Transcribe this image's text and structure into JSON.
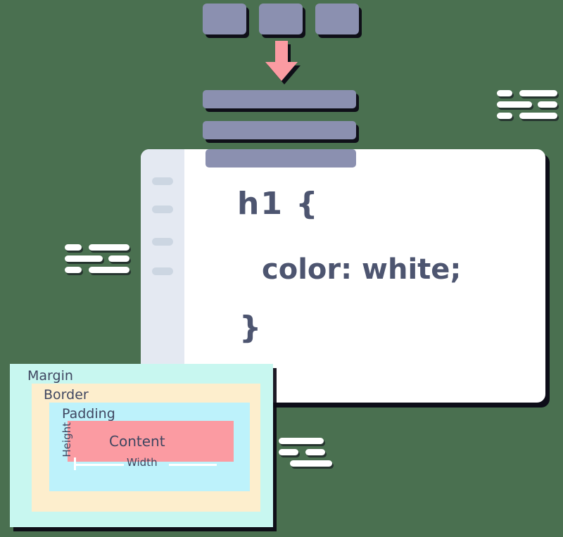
{
  "illustration": {
    "title": "CSS code editor and box model illustration",
    "background_color": "#4a7050"
  },
  "palette": {
    "purple_block": "#8b90b0",
    "pink_accent": "#fb9ba2",
    "code_text": "#4d5570",
    "window_background": "#ffffff",
    "sidebar": "#e4e9f2",
    "sidebar_tick": "#ccd6e2",
    "margin_box": "#c8f7f0",
    "border_box": "#fdeecd",
    "padding_box": "#bdf2fb",
    "content_box": "#fb9ba2",
    "shadow": "#0a0614"
  },
  "top_blocks": {
    "squares": [
      {
        "name": "block-1"
      },
      {
        "name": "block-2"
      },
      {
        "name": "block-3"
      }
    ],
    "bars": [
      {
        "name": "bar-1"
      },
      {
        "name": "bar-2"
      },
      {
        "name": "bar-3"
      }
    ],
    "arrow": {
      "icon": "down-arrow-icon",
      "direction": "down",
      "color": "#fb9ba2"
    }
  },
  "code_window": {
    "sidebar_ticks": 4,
    "code": {
      "line1": "h1 {",
      "line2": "color: white;",
      "line3": "}"
    }
  },
  "decorations": [
    {
      "name": "deco-right-top",
      "rows": 3
    },
    {
      "name": "deco-left-middle",
      "rows": 3
    },
    {
      "name": "deco-bottom-center",
      "rows": 3
    }
  ],
  "box_model": {
    "margin_label": "Margin",
    "border_label": "Border",
    "padding_label": "Padding",
    "content_label": "Content",
    "height_label": "Height",
    "width_label": "Width"
  }
}
